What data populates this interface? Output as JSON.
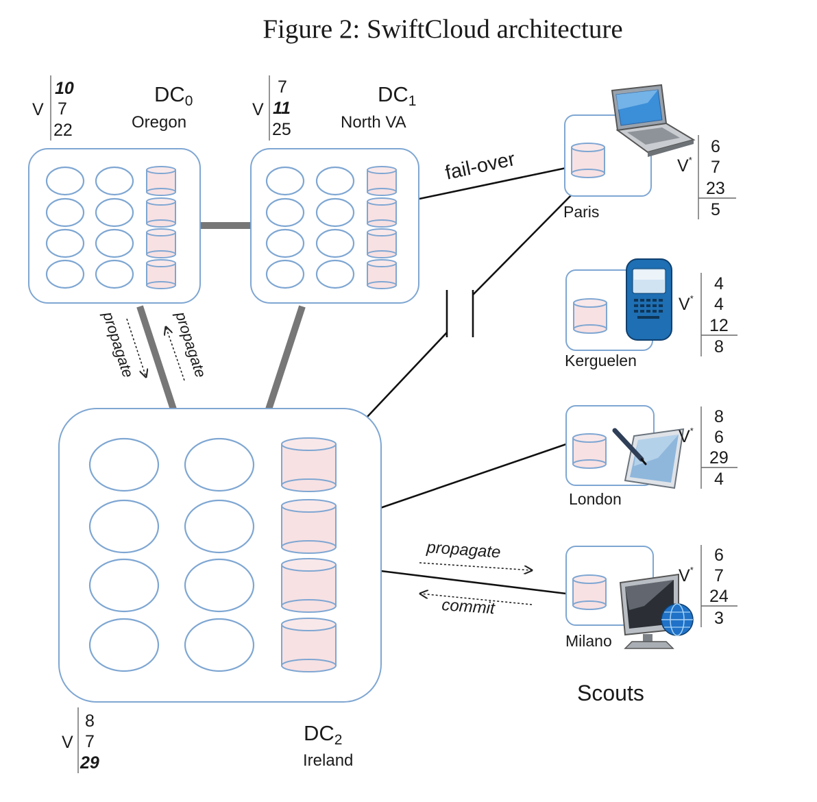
{
  "caption": "Figure 2: SwiftCloud architecture",
  "datacenters": [
    {
      "name": "DC",
      "sub": "0",
      "location": "Oregon",
      "vector_label": "V",
      "vector": [
        "10",
        "7",
        "22"
      ]
    },
    {
      "name": "DC",
      "sub": "1",
      "location": "North VA",
      "vector_label": "V",
      "vector": [
        "7",
        "11",
        "25"
      ]
    },
    {
      "name": "DC",
      "sub": "2",
      "location": "Ireland",
      "vector_label": "V",
      "vector": [
        "8",
        "7",
        "29"
      ]
    }
  ],
  "scouts_title": "Scouts",
  "scouts": [
    {
      "location": "Paris",
      "device_icon": "laptop-icon",
      "vector_label": "V",
      "vector_sup": "*",
      "vector": [
        "6",
        "7",
        "23"
      ],
      "counter": "5"
    },
    {
      "location": "Kerguelen",
      "device_icon": "smartphone-icon",
      "vector_label": "V",
      "vector_sup": "*",
      "vector": [
        "4",
        "4",
        "12"
      ],
      "counter": "8"
    },
    {
      "location": "London",
      "device_icon": "tablet-icon",
      "vector_label": "V",
      "vector_sup": "*",
      "vector": [
        "8",
        "6",
        "29"
      ],
      "counter": "4"
    },
    {
      "location": "Milano",
      "device_icon": "desktop-globe-icon",
      "vector_label": "V",
      "vector_sup": "*",
      "vector": [
        "6",
        "7",
        "24"
      ],
      "counter": "3"
    }
  ],
  "edge_labels": {
    "failover": "fail-over",
    "propagate_down": "propagate",
    "propagate_up": "propagate",
    "propagate_right": "propagate",
    "commit": "commit"
  },
  "colors": {
    "box_stroke": "#7ea6d2",
    "storage_fill": "#f7e1e3",
    "link": "#111111",
    "wan_link": "#777777"
  }
}
